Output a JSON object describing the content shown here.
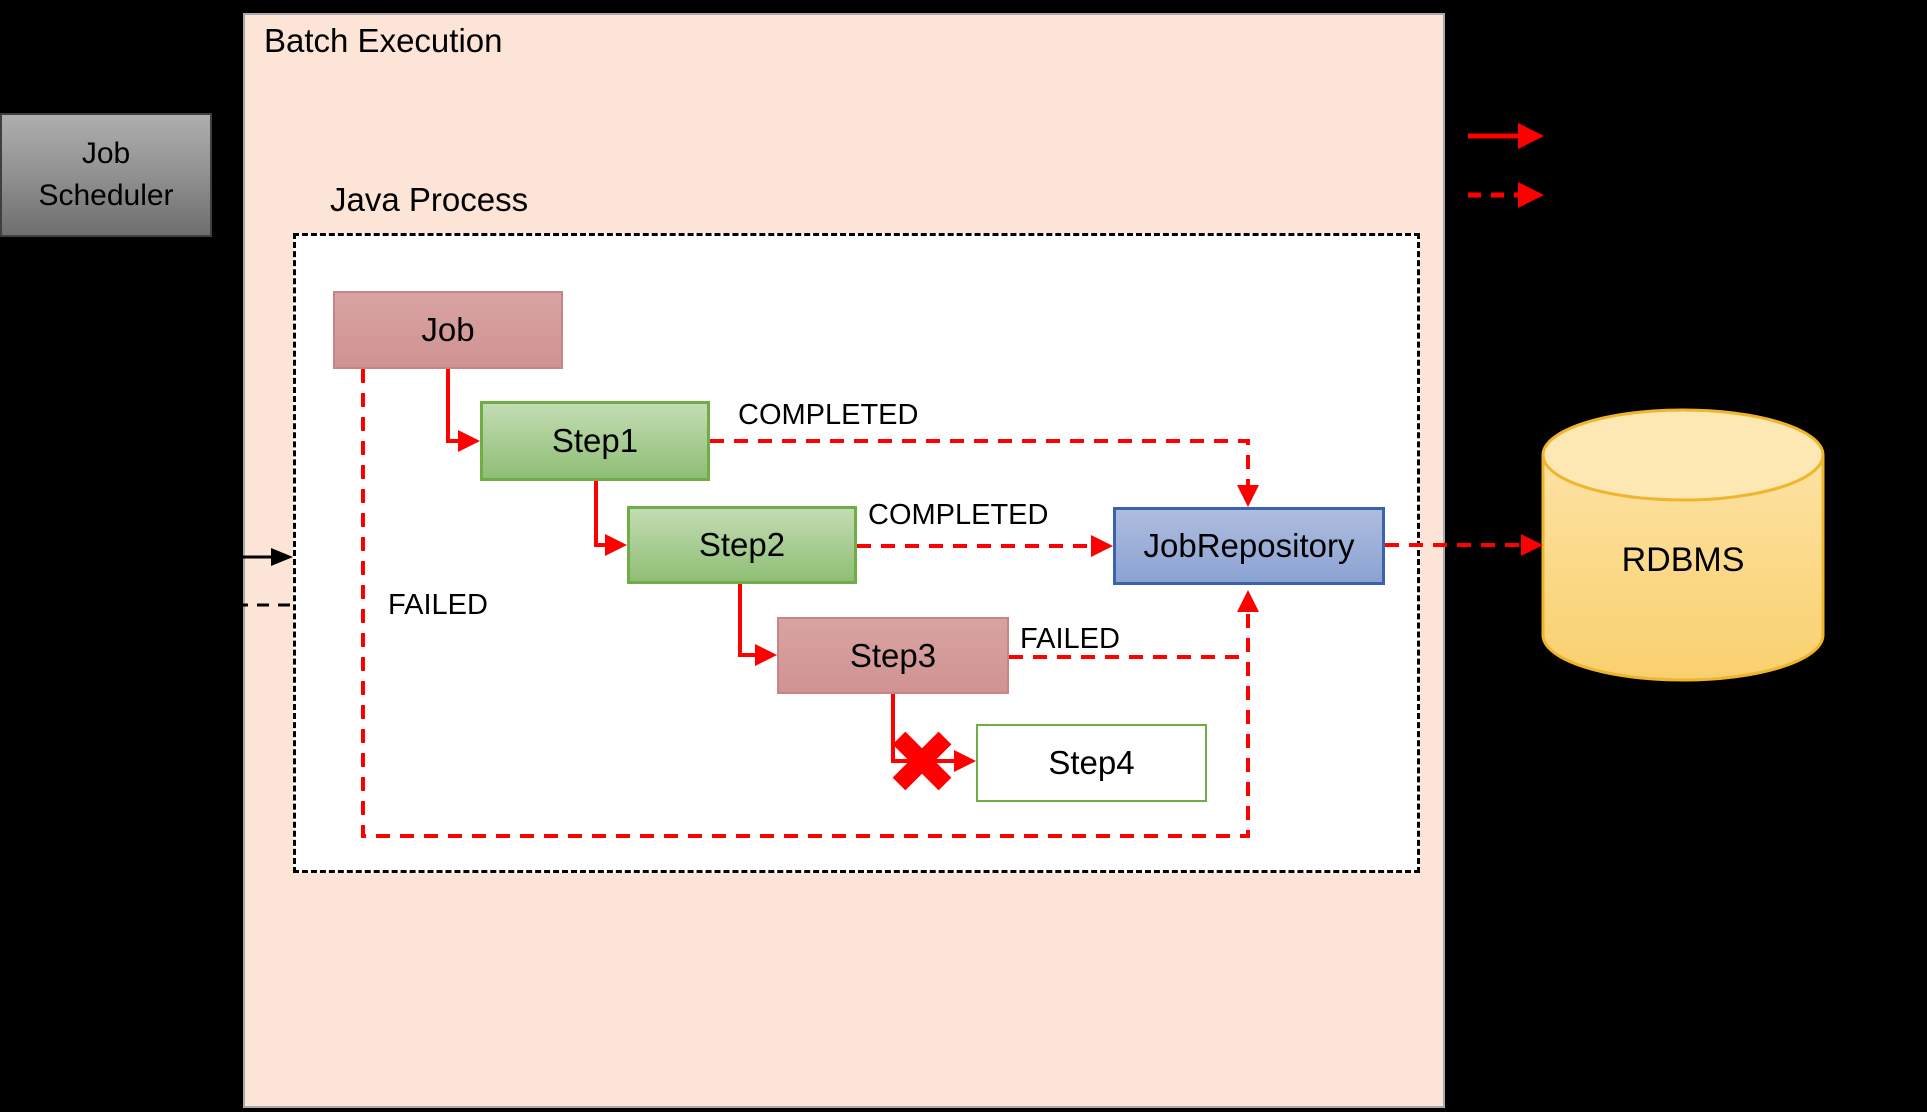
{
  "diagram": {
    "job_scheduler": {
      "line1": "Job",
      "line2": "Scheduler"
    },
    "batch_execution_title": "Batch Execution",
    "java_process_title": "Java Process",
    "nodes": {
      "job": "Job",
      "step1": "Step1",
      "step2": "Step2",
      "step3": "Step3",
      "step4": "Step4",
      "job_repository": "JobRepository",
      "rdbms": "RDBMS"
    },
    "edge_labels": {
      "step1_result": "COMPLETED",
      "step2_result": "COMPLETED",
      "step3_result": "FAILED",
      "job_result": "FAILED"
    },
    "colors": {
      "background": "#000000",
      "batch_panel": "#fce4d6",
      "scheduler_gray": "#949494",
      "node_pink": "#d49a99",
      "node_green": "#a8cd8c",
      "node_green_border": "#70ad47",
      "node_blue": "#9cafd8",
      "node_blue_border": "#3a62ae",
      "cylinder_yellow": "#fbd683",
      "cylinder_border": "#efb52d",
      "arrow_red": "#ff0000",
      "arrow_black": "#000000"
    }
  }
}
